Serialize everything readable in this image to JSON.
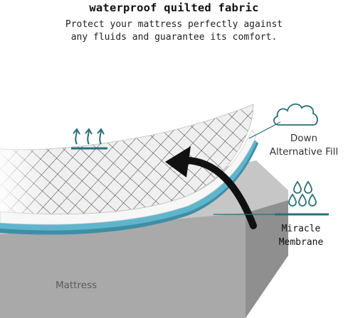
{
  "header": {
    "title": "waterproof quilted fabric",
    "subtitle_lines": [
      "Protect your mattress perfectly against",
      "any fluids and guarantee its comfort."
    ]
  },
  "labels": {
    "down_fill_lines": [
      "Down",
      "Alternative Fill"
    ],
    "membrane_lines": [
      "Miracle",
      "Membrane"
    ],
    "mattress": "Mattress"
  },
  "icons": {
    "breathable": "breathable-arrows-icon",
    "cloud": "cloud-icon",
    "drops": "water-drops-icon",
    "arrow": "curved-arrow-icon"
  },
  "colors": {
    "accent": "#2a6f78",
    "membrane": "#5fb6cc",
    "mattress_side": "#a8a8a8",
    "mattress_top": "#c9c9c9",
    "fabric": "#eeeeee",
    "quilt_lines": "#3a3a3a"
  }
}
